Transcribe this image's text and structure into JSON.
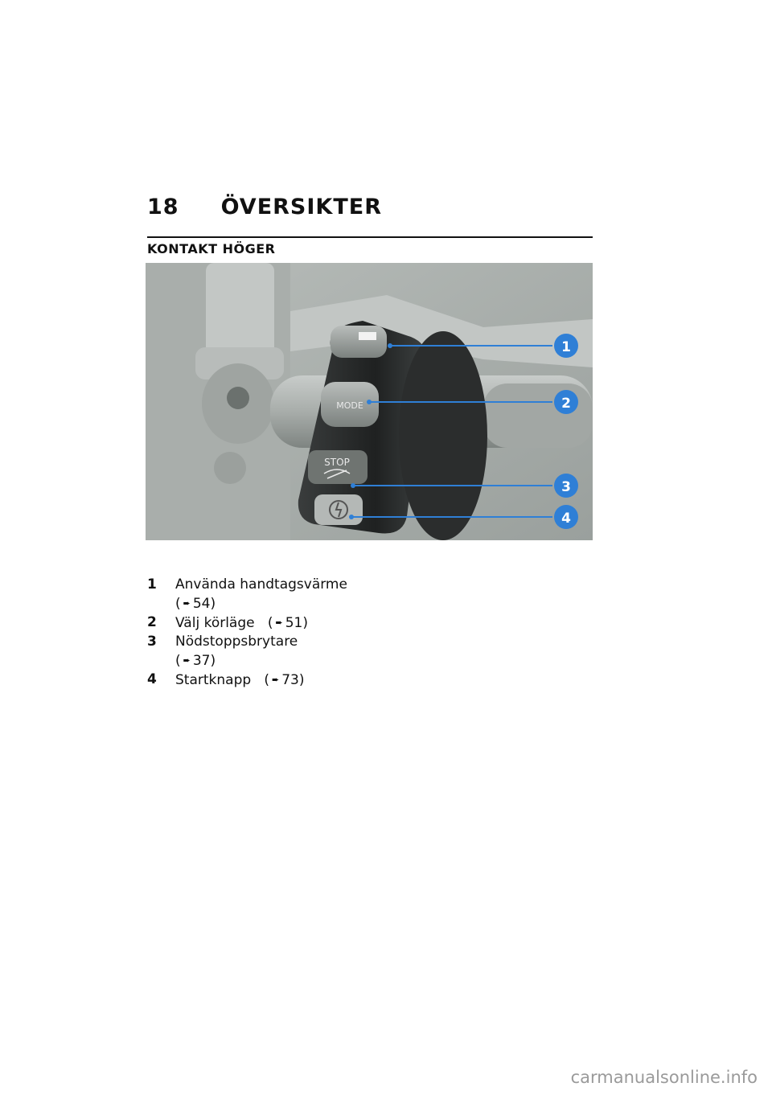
{
  "header": {
    "page_number": "18",
    "chapter_title": "ÖVERSIKTER"
  },
  "section": {
    "title": "KONTAKT HÖGER"
  },
  "figure": {
    "callouts": [
      "1",
      "2",
      "3",
      "4"
    ],
    "button_labels": {
      "mode": "MODE",
      "stop": "STOP"
    },
    "callout_color": "#2f7fd6"
  },
  "legend": [
    {
      "num": "1",
      "text": "Använda handtagsvärme",
      "page": "54)",
      "wrap": true
    },
    {
      "num": "2",
      "text": "Välj körläge",
      "page": "51)",
      "wrap": false
    },
    {
      "num": "3",
      "text": "Nödstoppsbrytare",
      "page": "37)",
      "wrap": true
    },
    {
      "num": "4",
      "text": "Startknapp",
      "page": "73)",
      "wrap": false
    }
  ],
  "ref_open": "(",
  "watermark": "carmanualsonline.info"
}
